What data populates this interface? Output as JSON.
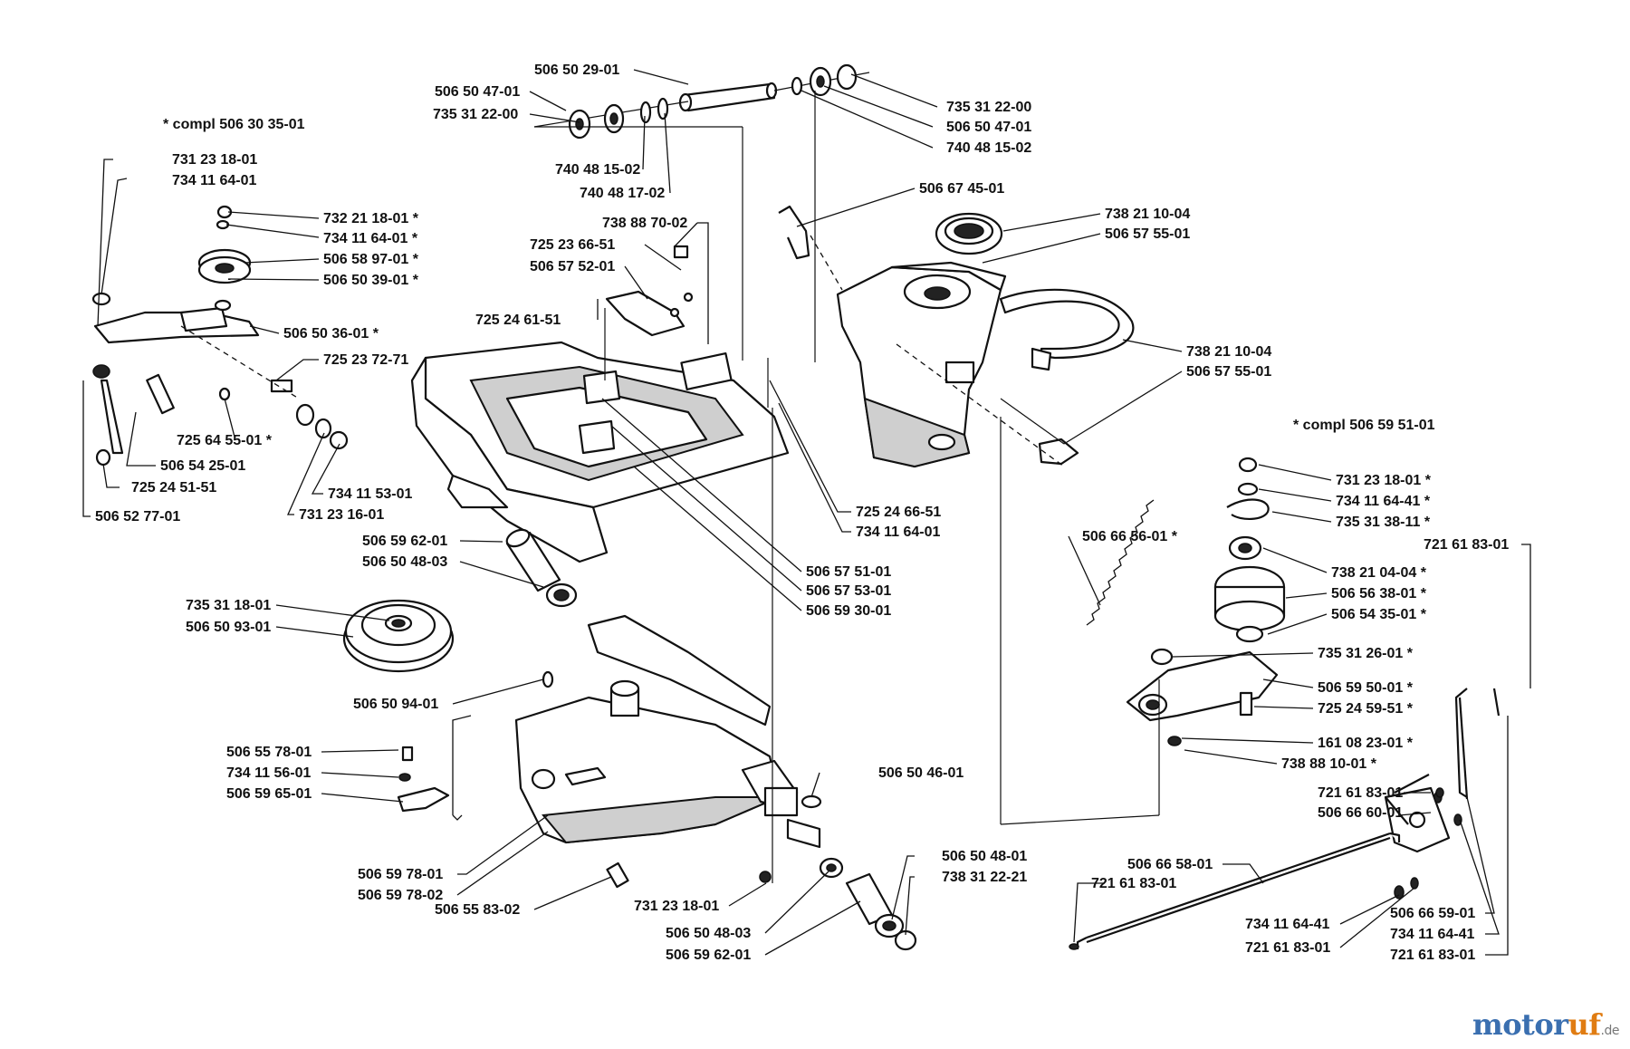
{
  "labels": [
    "506 50 29-01",
    "506 50 47-01",
    "735 31 22-00",
    "740 48 15-02",
    "740 48 17-02",
    "735 31 22-00",
    "506 50 47-01",
    "740 48 15-02",
    "* compl 506 30 35-01",
    "731 23 18-01",
    "734 11 64-01",
    "732 21 18-01 *",
    "734 11 64-01 *",
    "506 58 97-01 *",
    "506 50 39-01 *",
    "506 50 36-01 *",
    "725 23 72-71",
    "725 64 55-01 *",
    "506 54 25-01",
    "725 24 51-51",
    "734 11 53-01",
    "731 23 16-01",
    "506 52 77-01",
    "738 88 70-02",
    "725 23 66-51",
    "506 57 52-01",
    "725 24 61-51",
    "506 67 45-01",
    "738 21 10-04",
    "506 57 55-01",
    "738 21 10-04",
    "506 57 55-01",
    "725 24 66-51",
    "734 11 64-01",
    "506 57 51-01",
    "506 57 53-01",
    "506 59 30-01",
    "506 59 62-01",
    "506 50 48-03",
    "735 31 18-01",
    "506 50 93-01",
    "506 50 94-01",
    "506 55 78-01",
    "734 11 56-01",
    "506 59 65-01",
    "506 50 46-01",
    "506 59 78-01",
    "506 59 78-02",
    "506 55 83-02",
    "731 23 18-01",
    "506 50 48-03",
    "506 59 62-01",
    "506 50 48-01",
    "738 31 22-21",
    "* compl 506 59 51-01",
    "731 23 18-01 *",
    "734 11 64-41 *",
    "735 31 38-11 *",
    "506 66 56-01 *",
    "738 21 04-04 *",
    "506 56 38-01 *",
    "506 54 35-01 *",
    "735 31 26-01 *",
    "506 59 50-01 *",
    "725 24 59-51 *",
    "161 08 23-01 *",
    "738 88 10-01 *",
    "721 61 83-01",
    "721 61 83-01",
    "506 66 60-01",
    "506 66 58-01",
    "721 61 83-01",
    "734 11 64-41",
    "721 61 83-01",
    "506 66 59-01",
    "734 11 64-41",
    "721 61 83-01"
  ],
  "logo": {
    "part1": "motor",
    "part2": "uf",
    "part3": ".de"
  }
}
